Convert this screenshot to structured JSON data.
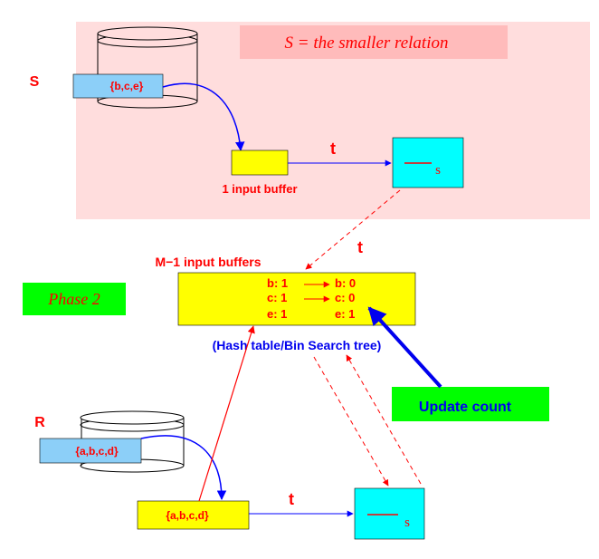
{
  "colors": {
    "panel": "#ffdddd",
    "label_box": "#ffbbbb",
    "cyan": "#00ffff",
    "yellow": "#ffff00",
    "light_blue": "#8ccff8",
    "green": "#00ff00",
    "red": "#ff0000",
    "blue": "#0000ff",
    "navy": "#0000ee"
  },
  "top_panel": {
    "title": "S = the smaller relation",
    "relation_label": "S",
    "disk_block": "{b,c,e}",
    "buffer_label": "1 input buffer",
    "arrow_label": "t",
    "output_symbol": "s"
  },
  "middle": {
    "buffers_label": "M−1 input buffers",
    "arrow_label": "t",
    "phase_label": "Phase 2",
    "hash_rows": [
      {
        "left": "b: 1",
        "right": "b: 0"
      },
      {
        "left": "c: 1",
        "right": "c: 0"
      },
      {
        "left": "e: 1",
        "right": "e: 1"
      }
    ],
    "structure_caption": "(Hash table/Bin Search tree)",
    "update_label": "Update count"
  },
  "bottom": {
    "relation_label": "R",
    "disk_block": "{a,b,c,d}",
    "buffer_value": "{a,b,c,d}",
    "arrow_label": "t",
    "output_symbol": "s"
  }
}
